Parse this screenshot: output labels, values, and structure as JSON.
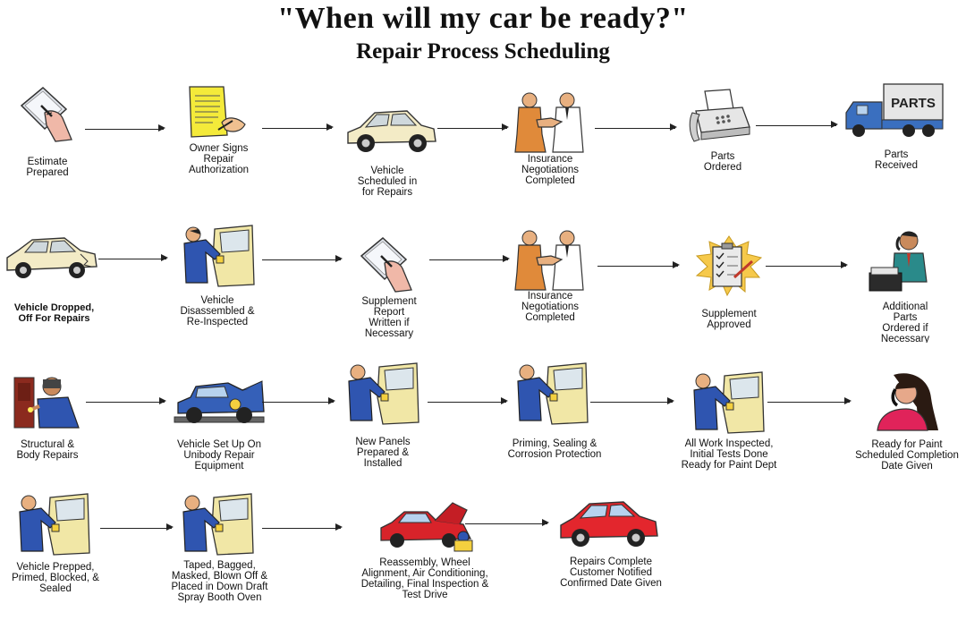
{
  "header": {
    "title": "\"When will my car be ready?\"",
    "subtitle": "Repair Process Scheduling"
  },
  "steps": [
    {
      "id": "estimate",
      "label": "Estimate\nPrepared",
      "icon": "clipboard-hand-icon"
    },
    {
      "id": "owner-signs",
      "label": "Owner Signs\nRepair\nAuthorization",
      "icon": "signed-document-icon"
    },
    {
      "id": "vehicle-scheduled",
      "label": "Vehicle\nScheduled in\nfor Repairs",
      "icon": "car-icon"
    },
    {
      "id": "insurance-1",
      "label": "Insurance\nNegotiations\nCompleted",
      "icon": "handshake-icon"
    },
    {
      "id": "parts-ordered",
      "label": "Parts\nOrdered",
      "icon": "fax-machine-icon"
    },
    {
      "id": "parts-received",
      "label": "Parts\nReceived",
      "icon": "parts-truck-icon"
    },
    {
      "id": "vehicle-dropped",
      "label": "Vehicle Dropped,\nOff For Repairs",
      "icon": "damaged-car-icon"
    },
    {
      "id": "disassembled",
      "label": "Vehicle\nDisassembled &\nRe-Inspected",
      "icon": "mechanic-door-icon"
    },
    {
      "id": "supplement-report",
      "label": "Supplement\nReport\nWritten if\nNecessary",
      "icon": "clipboard-hand-icon"
    },
    {
      "id": "insurance-2",
      "label": "Insurance\nNegotiations\nCompleted",
      "icon": "handshake-icon"
    },
    {
      "id": "supplement-approved",
      "label": "Supplement\nApproved",
      "icon": "approved-clipboard-icon"
    },
    {
      "id": "additional-parts",
      "label": "Additional\nParts\nOrdered if\nNecessary",
      "icon": "phone-person-icon"
    },
    {
      "id": "structural",
      "label": "Structural &\nBody Repairs",
      "icon": "welder-icon"
    },
    {
      "id": "unibody",
      "label": "Vehicle Set Up On\nUnibody Repair\nEquipment",
      "icon": "lifted-car-icon"
    },
    {
      "id": "new-panels",
      "label": "New Panels\nPrepared &\nInstalled",
      "icon": "mechanic-door-icon"
    },
    {
      "id": "priming",
      "label": "Priming, Sealing &\nCorrosion Protection",
      "icon": "mechanic-door-icon"
    },
    {
      "id": "work-inspected",
      "label": "All Work Inspected,\nInitial Tests Done\nReady for Paint Dept",
      "icon": "mechanic-door-icon"
    },
    {
      "id": "ready-paint",
      "label": "Ready for Paint\nScheduled Completion\nDate Given",
      "icon": "woman-phone-icon"
    },
    {
      "id": "vehicle-prepped",
      "label": "Vehicle Prepped,\nPrimed, Blocked, &\nSealed",
      "icon": "mechanic-door-icon"
    },
    {
      "id": "taped",
      "label": "Taped, Bagged,\nMasked, Blown Off &\nPlaced in Down Draft\nSpray Booth Oven",
      "icon": "mechanic-door-icon"
    },
    {
      "id": "reassembly",
      "label": "Reassembly, Wheel\nAlignment, Air Conditioning,\nDetailing, Final Inspection &\nTest Drive",
      "icon": "open-hood-red-car-icon"
    },
    {
      "id": "repairs-complete",
      "label": "Repairs Complete\nCustomer Notified\nConfirmed Date Given",
      "icon": "red-car-icon"
    }
  ]
}
